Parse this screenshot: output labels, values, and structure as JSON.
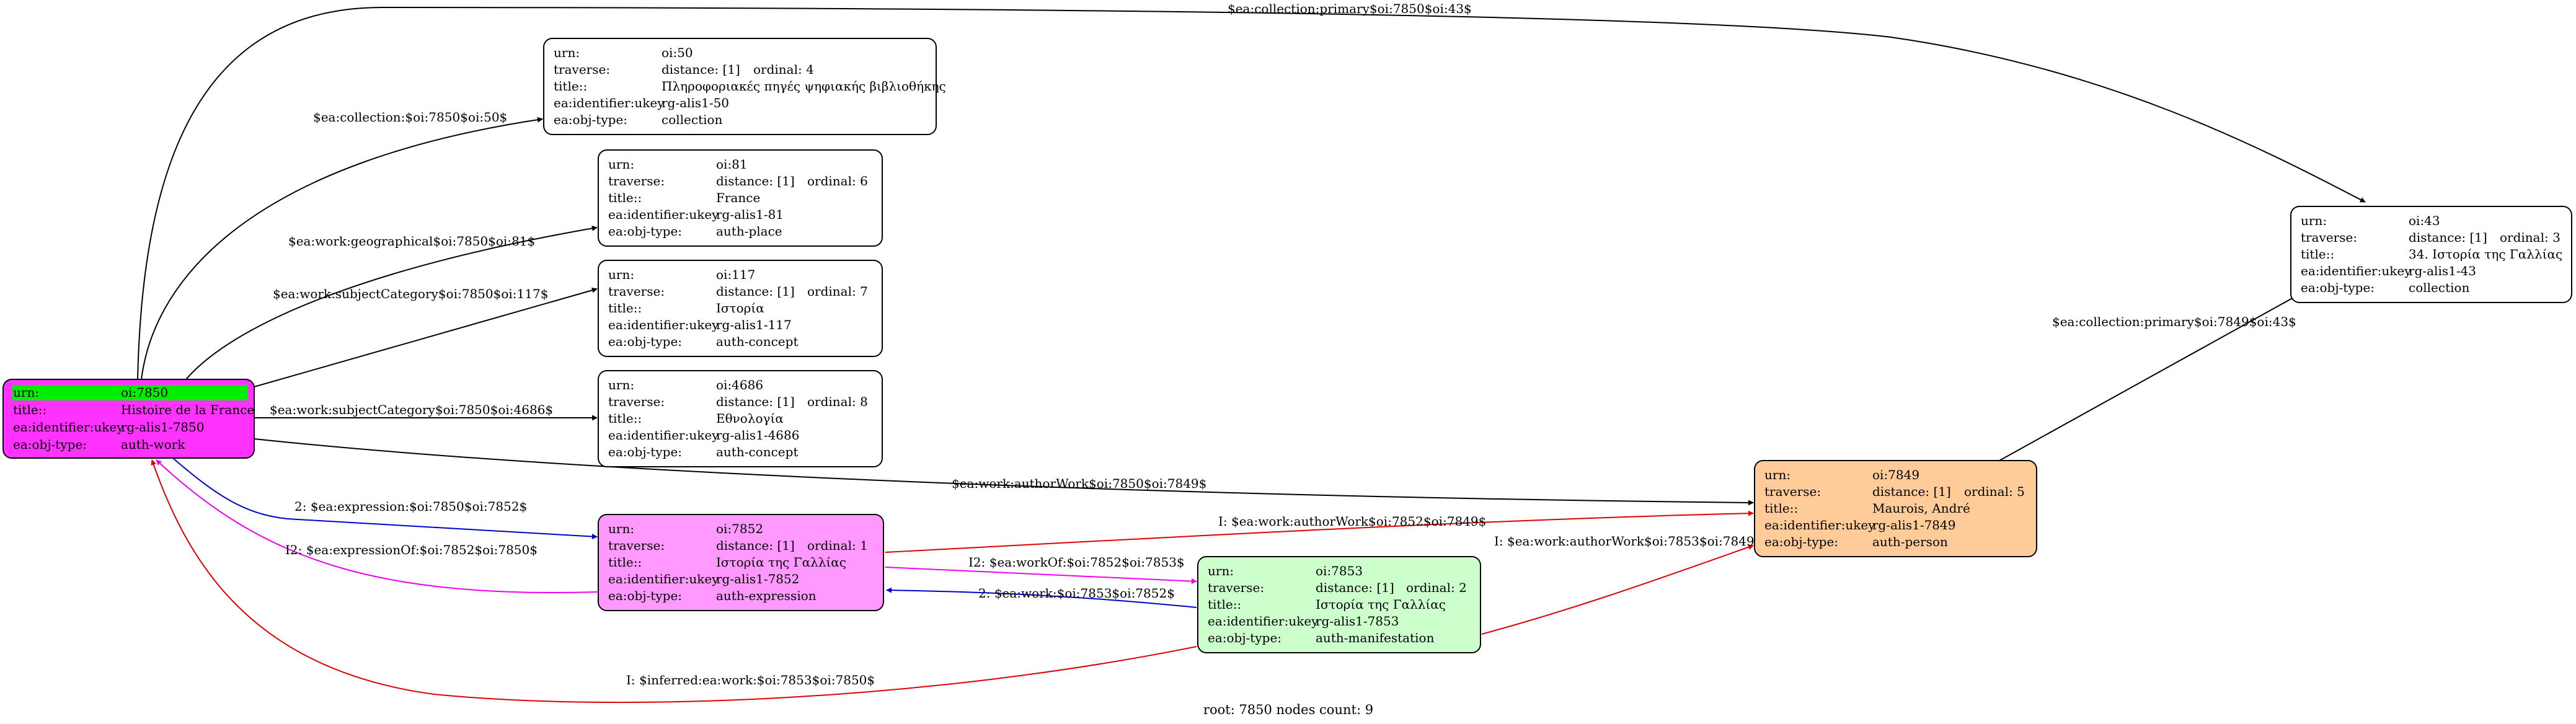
{
  "colors": {
    "root_fill": "#ff33ff",
    "root_urn_band": "#00ee00",
    "expression_fill": "#ff99ff",
    "manifestation_fill": "#ccffcc",
    "person_fill": "#ffcc99",
    "default_fill": "#ffffff",
    "edge_default": "#000000",
    "edge_blue": "#0000cc",
    "edge_red": "#dd0000",
    "edge_magenta": "#ee00ee"
  },
  "nodes": [
    {
      "id": "n7850",
      "rows": [
        {
          "key": "urn:",
          "val": "oi:7850"
        },
        {
          "key": "title::",
          "val": "Histoire de la France"
        },
        {
          "key": "ea:identifier:ukey",
          "val": "rg-alis1-7850"
        },
        {
          "key": "ea:obj-type:",
          "val": "auth-work"
        }
      ]
    },
    {
      "id": "n50",
      "rows": [
        {
          "key": "urn:",
          "val": "oi:50"
        },
        {
          "key": "traverse:",
          "val": "distance: [1]",
          "extra": "ordinal: 4"
        },
        {
          "key": "title::",
          "val": "Πληροφοριακές πηγές ψηφιακής βιβλιοθήκης"
        },
        {
          "key": "ea:identifier:ukey",
          "val": "rg-alis1-50"
        },
        {
          "key": "ea:obj-type:",
          "val": "collection"
        }
      ]
    },
    {
      "id": "n81",
      "rows": [
        {
          "key": "urn:",
          "val": "oi:81"
        },
        {
          "key": "traverse:",
          "val": "distance: [1]",
          "extra": "ordinal: 6"
        },
        {
          "key": "title::",
          "val": "France"
        },
        {
          "key": "ea:identifier:ukey",
          "val": "rg-alis1-81"
        },
        {
          "key": "ea:obj-type:",
          "val": "auth-place"
        }
      ]
    },
    {
      "id": "n117",
      "rows": [
        {
          "key": "urn:",
          "val": "oi:117"
        },
        {
          "key": "traverse:",
          "val": "distance: [1]",
          "extra": "ordinal: 7"
        },
        {
          "key": "title::",
          "val": "Ιστορία"
        },
        {
          "key": "ea:identifier:ukey",
          "val": "rg-alis1-117"
        },
        {
          "key": "ea:obj-type:",
          "val": "auth-concept"
        }
      ]
    },
    {
      "id": "n4686",
      "rows": [
        {
          "key": "urn:",
          "val": "oi:4686"
        },
        {
          "key": "traverse:",
          "val": "distance: [1]",
          "extra": "ordinal: 8"
        },
        {
          "key": "title::",
          "val": "Εθνολογία"
        },
        {
          "key": "ea:identifier:ukey",
          "val": "rg-alis1-4686"
        },
        {
          "key": "ea:obj-type:",
          "val": "auth-concept"
        }
      ]
    },
    {
      "id": "n7852",
      "rows": [
        {
          "key": "urn:",
          "val": "oi:7852"
        },
        {
          "key": "traverse:",
          "val": "distance: [1]",
          "extra": "ordinal: 1"
        },
        {
          "key": "title::",
          "val": "Ιστορία της Γαλλίας"
        },
        {
          "key": "ea:identifier:ukey",
          "val": "rg-alis1-7852"
        },
        {
          "key": "ea:obj-type:",
          "val": "auth-expression"
        }
      ]
    },
    {
      "id": "n7853",
      "rows": [
        {
          "key": "urn:",
          "val": "oi:7853"
        },
        {
          "key": "traverse:",
          "val": "distance: [1]",
          "extra": "ordinal: 2"
        },
        {
          "key": "title::",
          "val": "Ιστορία της Γαλλίας"
        },
        {
          "key": "ea:identifier:ukey",
          "val": "rg-alis1-7853"
        },
        {
          "key": "ea:obj-type:",
          "val": "auth-manifestation"
        }
      ]
    },
    {
      "id": "n7849",
      "rows": [
        {
          "key": "urn:",
          "val": "oi:7849"
        },
        {
          "key": "traverse:",
          "val": "distance: [1]",
          "extra": "ordinal: 5"
        },
        {
          "key": "title::",
          "val": "Maurois, André"
        },
        {
          "key": "ea:identifier:ukey",
          "val": "rg-alis1-7849"
        },
        {
          "key": "ea:obj-type:",
          "val": "auth-person"
        }
      ]
    },
    {
      "id": "n43",
      "rows": [
        {
          "key": "urn:",
          "val": "oi:43"
        },
        {
          "key": "traverse:",
          "val": "distance: [1]",
          "extra": "ordinal: 3"
        },
        {
          "key": "title::",
          "val": "34. Ιστορία της Γαλλίας"
        },
        {
          "key": "ea:identifier:ukey",
          "val": "rg-alis1-43"
        },
        {
          "key": "ea:obj-type:",
          "val": "collection"
        }
      ]
    }
  ],
  "edges": [
    {
      "id": "e-col-50",
      "label": "$ea:collection:$oi:7850$oi:50$"
    },
    {
      "id": "e-col-primary-43",
      "label": "$ea:collection:primary$oi:7850$oi:43$"
    },
    {
      "id": "e-geo-81",
      "label": "$ea:work:geographical$oi:7850$oi:81$"
    },
    {
      "id": "e-subj-117",
      "label": "$ea:work:subjectCategory$oi:7850$oi:117$"
    },
    {
      "id": "e-subj-4686",
      "label": "$ea:work:subjectCategory$oi:7850$oi:4686$"
    },
    {
      "id": "e-author-7849",
      "label": "$ea:work:authorWork$oi:7850$oi:7849$"
    },
    {
      "id": "e-col-primary-7849-43",
      "label": "$ea:collection:primary$oi:7849$oi:43$"
    },
    {
      "id": "e-expression",
      "label": "2: $ea:expression:$oi:7850$oi:7852$"
    },
    {
      "id": "e-expressionOf",
      "label": "I2: $ea:expressionOf:$oi:7852$oi:7850$"
    },
    {
      "id": "e-i-author-7852",
      "label": "I: $ea:work:authorWork$oi:7852$oi:7849$"
    },
    {
      "id": "e-workOf",
      "label": "I2: $ea:workOf:$oi:7852$oi:7853$"
    },
    {
      "id": "e-work-7853",
      "label": "2: $ea:work:$oi:7853$oi:7852$"
    },
    {
      "id": "e-i-author-7853",
      "label": "I: $ea:work:authorWork$oi:7853$oi:7849$"
    },
    {
      "id": "e-inferred",
      "label": "I: $inferred:ea:work:$oi:7853$oi:7850$"
    }
  ],
  "footer": "root: 7850 nodes count: 9"
}
